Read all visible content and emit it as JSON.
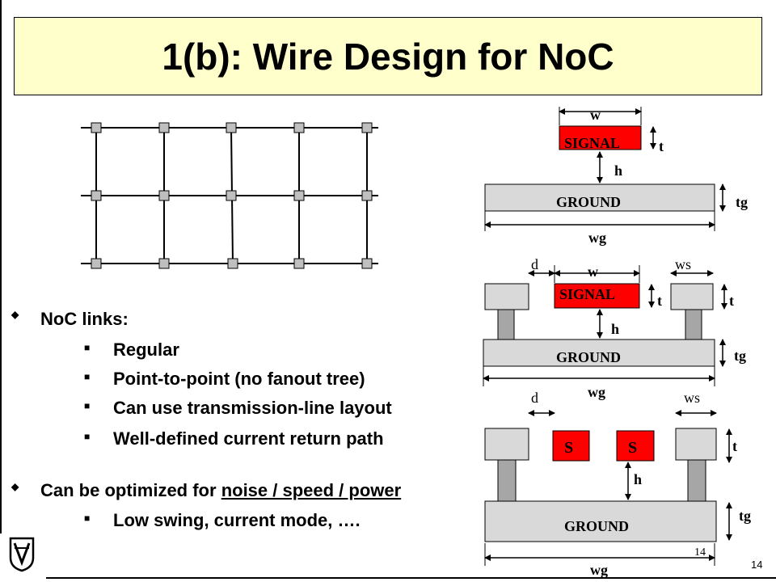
{
  "slide": {
    "title": "1(b): Wire Design for NoC",
    "page_number": "14"
  },
  "bullets": {
    "main1": "NoC links:",
    "sub1": [
      "Regular",
      "Point-to-point (no fanout tree)",
      "Can use transmission-line layout",
      "Well-defined current return path"
    ],
    "main2_prefix": "Can be optimized for ",
    "main2_underlined": "noise / speed / power",
    "sub2": [
      "Low swing, current mode, …."
    ]
  },
  "diagrams": {
    "d1": {
      "signal": "SIGNAL",
      "ground": "GROUND",
      "w": "w",
      "t": "t",
      "h": "h",
      "tg": "tg",
      "wg": "wg"
    },
    "d2": {
      "signal": "SIGNAL",
      "ground": "GROUND",
      "w": "w",
      "t": "t",
      "t2": "t",
      "h": "h",
      "tg": "tg",
      "wg": "wg",
      "d": "d",
      "ws": "ws"
    },
    "d3": {
      "s1": "S",
      "s2": "S",
      "ground": "GROUND",
      "t": "t",
      "h": "h",
      "tg": "tg",
      "wg": "wg",
      "d": "d",
      "ws": "ws",
      "num": "14"
    }
  },
  "colors": {
    "title_bg": "#ffffcc",
    "signal": "#ff0000",
    "ground": "#d9d9d9",
    "post": "#a6a6a6"
  },
  "icons": {
    "bullet_main": "diamond-bullet-icon",
    "bullet_sub": "square-bullet-icon",
    "logo": "technion-logo-icon"
  }
}
